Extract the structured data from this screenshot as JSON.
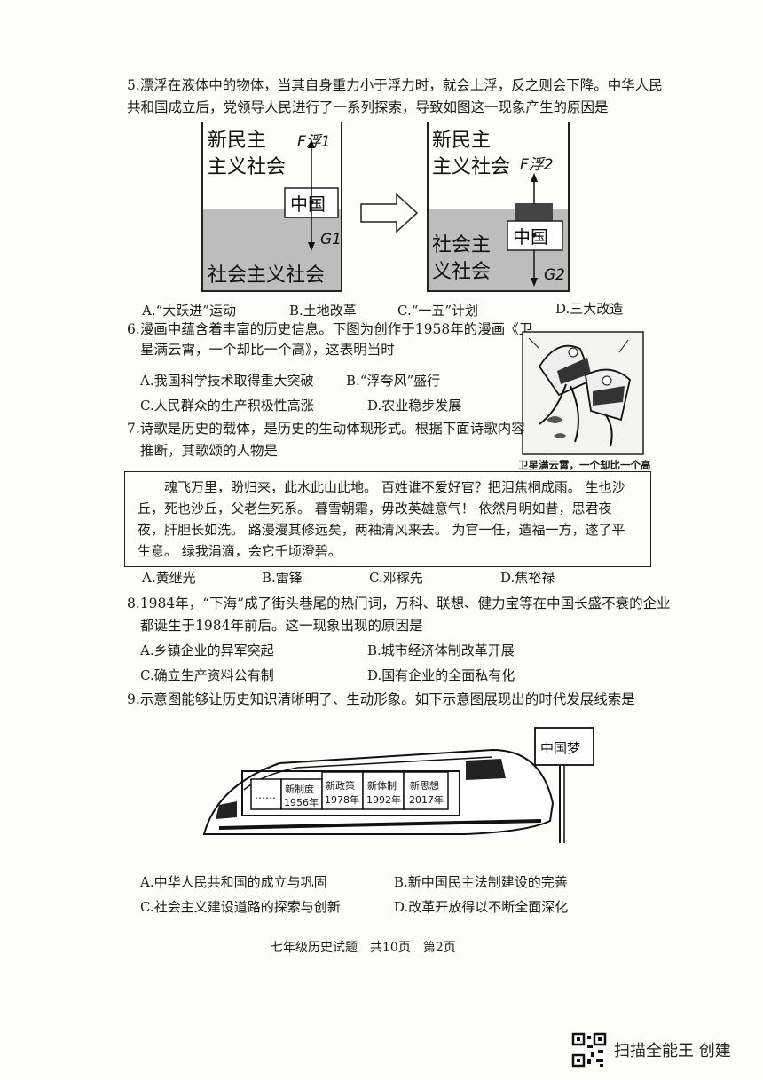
{
  "q5": {
    "line1": "5.漂浮在液体中的物体，当其自身重力小于浮力时，就会上浮，反之则会下降。中华人民",
    "line2": "共和国成立后，党领导人民进行了一系列探索，导致如图这一现象产生的原因是",
    "figure": {
      "left_top_label_1": "新民主",
      "left_top_label_2": "主义社会",
      "left_bottom_label": "社会主义社会",
      "left_block": "中国",
      "left_force_up": "F浮1",
      "left_force_down": "G1",
      "right_top_label_1": "新民主",
      "right_top_label_2": "主义社会",
      "right_bottom_label_1": "社会主",
      "right_bottom_label_2": "义社会",
      "right_block": "中国",
      "right_force_up": "F浮2",
      "right_force_down": "G2"
    },
    "options": [
      "A.“大跃进”运动",
      "B.土地改革",
      "C.“一五”计划",
      "D.三大改造"
    ]
  },
  "q6": {
    "line1": "6.漫画中蕴含着丰富的历史信息。下图为创作于1958年的漫画《卫",
    "line2": "星满云霄，一个却比一个高》，这表明当时",
    "options": [
      "A.我国科学技术取得重大突破",
      "B.“浮夸风”盛行",
      "C.人民群众的生产积极性高涨",
      "D.农业稳步发展"
    ],
    "caption": "卫星满云霄，一个却比一个高"
  },
  "q7": {
    "line1": "7.诗歌是历史的载体，是历史的生动体现形式。根据下面诗歌内容",
    "line2": "推断，其歌颂的人物是",
    "poem": "魂飞万里，盼归来，此水此山此地。 百姓谁不爱好官？把泪焦桐成雨。 生也沙丘，死也沙丘，父老生死系。 暮雪朝霜，毋改英雄意气！ 依然月明如昔，思君夜夜，肝胆长如洗。 路漫漫其修远矣，两袖清风来去。 为官一任，造福一方，遂了平生意。 绿我涓滴，会它千顷澄碧。",
    "options": [
      "A.黄继光",
      "B.雷锋",
      "C.邓稼先",
      "D.焦裕禄"
    ]
  },
  "q8": {
    "line1": "8.1984年，“下海”成了街头巷尾的热门词，万科、联想、健力宝等在中国长盛不衰的企业",
    "line2": "都诞生于1984年前后。这一现象出现的原因是",
    "options": [
      "A.乡镇企业的异军突起",
      "B.城市经济体制改革开展",
      "C.确立生产资料公有制",
      "D.国有企业的全面私有化"
    ]
  },
  "q9": {
    "line1": "9.示意图能够让历史知识清晰明了、生动形象。如下示意图展现出的时代发展线索是",
    "sign": "中国梦",
    "windows": [
      {
        "t1": "……",
        "t2": ""
      },
      {
        "t1": "新制度",
        "t2": "1956年"
      },
      {
        "t1": "新政策",
        "t2": "1978年"
      },
      {
        "t1": "新体制",
        "t2": "1992年"
      },
      {
        "t1": "新思想",
        "t2": "2017年"
      }
    ],
    "options": [
      "A.中华人民共和国的成立与巩固",
      "B.新中国民主法制建设的完善",
      "C.社会主义建设道路的探索与创新",
      "D.改革开放得以不断全面深化"
    ]
  },
  "footer": "七年级历史试题　共10页　第2页",
  "brand": "扫描全能王 创建",
  "colors": {
    "water": "#bdbdbd",
    "ink": "#1a1a1a",
    "paper": "#fdfdfb"
  }
}
